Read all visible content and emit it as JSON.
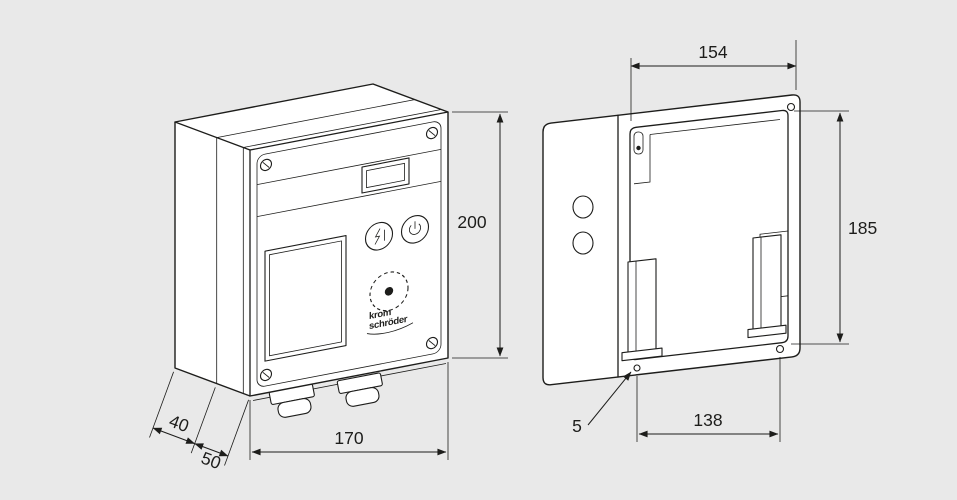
{
  "page": {
    "background": "#e9e9e9"
  },
  "front_view": {
    "logo": {
      "line1": "krom",
      "line2": "schröder"
    },
    "dims": {
      "height": "200",
      "width": "170",
      "depth_door": "40",
      "depth_housing": "50"
    }
  },
  "rear_view": {
    "dims": {
      "width_top": "154",
      "height": "185",
      "hole_spacing": "138",
      "edge_offset": "5"
    }
  }
}
